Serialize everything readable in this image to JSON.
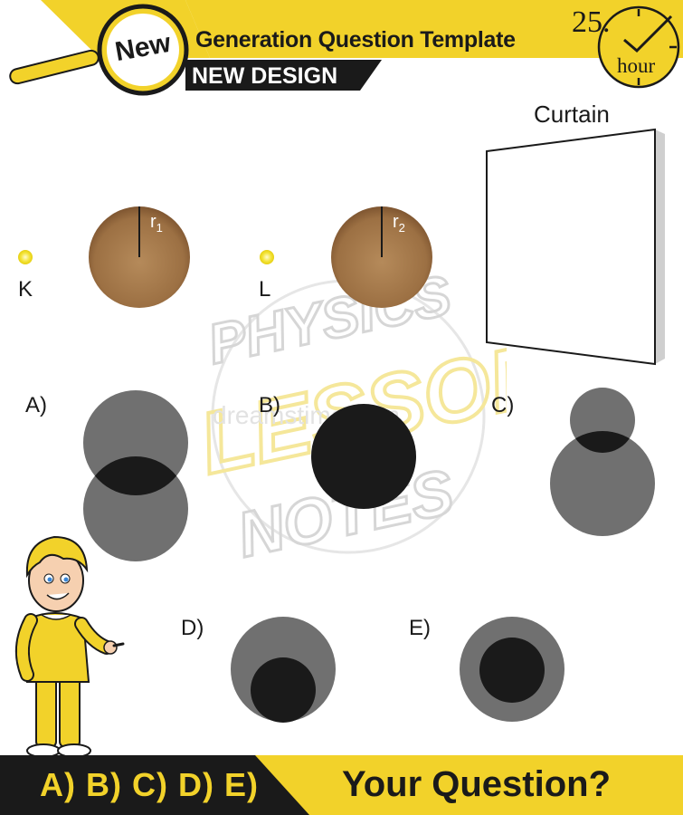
{
  "header": {
    "badge": "New",
    "title": "Generation Question Template",
    "subtitle": "NEW DESIGN",
    "clock_number": "25.",
    "clock_unit": "hour"
  },
  "diagram": {
    "curtain_label": "Curtain",
    "source_k_label": "K",
    "source_l_label": "L",
    "sphere1_radius_label": "r",
    "sphere1_radius_sub": "1",
    "sphere2_radius_label": "r",
    "sphere2_radius_sub": "2"
  },
  "options": {
    "a": "A)",
    "b": "B)",
    "c": "C)",
    "d": "D)",
    "e": "E)"
  },
  "watermark": {
    "line1": "PHYSICS",
    "line2": "LESSON",
    "line3": "NOTES",
    "site": "dreamstime.com"
  },
  "footer": {
    "answers": "A) B) C) D) E)",
    "question": "Your Question?"
  },
  "colors": {
    "brand_yellow": "#f2d22a",
    "dark": "#1a1a1a",
    "shadow_gray": "#707070",
    "sphere_brown": "#a87a4d"
  }
}
